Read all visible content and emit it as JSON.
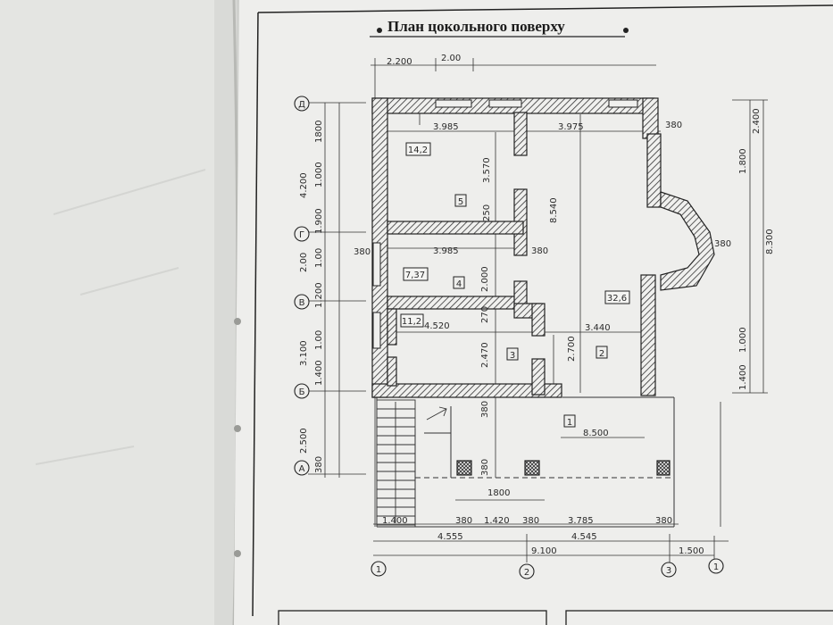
{
  "title": "План цокольного поверху",
  "rooms": {
    "r5": {
      "number": "5",
      "area": "14,2"
    },
    "r4": {
      "number": "4",
      "area": "7,37"
    },
    "r3": {
      "number": "3",
      "area": "11,2"
    },
    "r2": {
      "number": "2",
      "area": "32,6"
    },
    "r1": {
      "number": "1"
    }
  },
  "dims": {
    "top_a": "2.200",
    "top_b": "2.00",
    "room5_w": "3.985",
    "room2_top_w": "3.975",
    "room4_w": "3.985",
    "room3_w": "4.520",
    "room2_w": "3.440",
    "wall_380_top_right": "380",
    "wall_380_left": "380",
    "wall_380_mid": "380",
    "wall_380_bay": "380",
    "room5_h": "3.570",
    "room4_h": "2.000",
    "room3_h": "2.470",
    "room2_h": "2.700",
    "full_h_inner": "8.540",
    "v_250": "250",
    "v_270": "270",
    "v_380_lower": "380",
    "v_380_bottom": "380",
    "terrace_w": "8.500",
    "stair_1800": "1800",
    "bottom_1400": "1.400",
    "bottom_380a": "380",
    "bottom_1420": "1.420",
    "bottom_380b": "380",
    "bottom_3785": "3.785",
    "bottom_380c": "380",
    "total_left": "4.555",
    "total_right": "4.545",
    "total": "9.100",
    "right_ext": "1.500",
    "left_4200": "4.200",
    "left_1800": "1800",
    "left_1000a": "1.000",
    "left_1900": "1.900",
    "left_200": "2.00",
    "left_100": "1.00",
    "left_1200": "1.200",
    "left_3100": "3.100",
    "left_1000b": "1.00",
    "left_1400": "1.400",
    "left_2500": "2.500",
    "left_380": "380",
    "right_8300": "8.300",
    "right_2400": "2.400",
    "right_1800": "1.800",
    "right_1000": "1.000",
    "right_1400": "1.400"
  },
  "axes": {
    "rows": [
      "Д",
      "Г",
      "В",
      "Б",
      "А"
    ],
    "cols": [
      "1",
      "2",
      "3",
      "1"
    ]
  },
  "colors": {
    "paper": "#eeeeec",
    "ink": "#222222",
    "hatch": "#555555",
    "shadow": "#cfd0cd"
  }
}
